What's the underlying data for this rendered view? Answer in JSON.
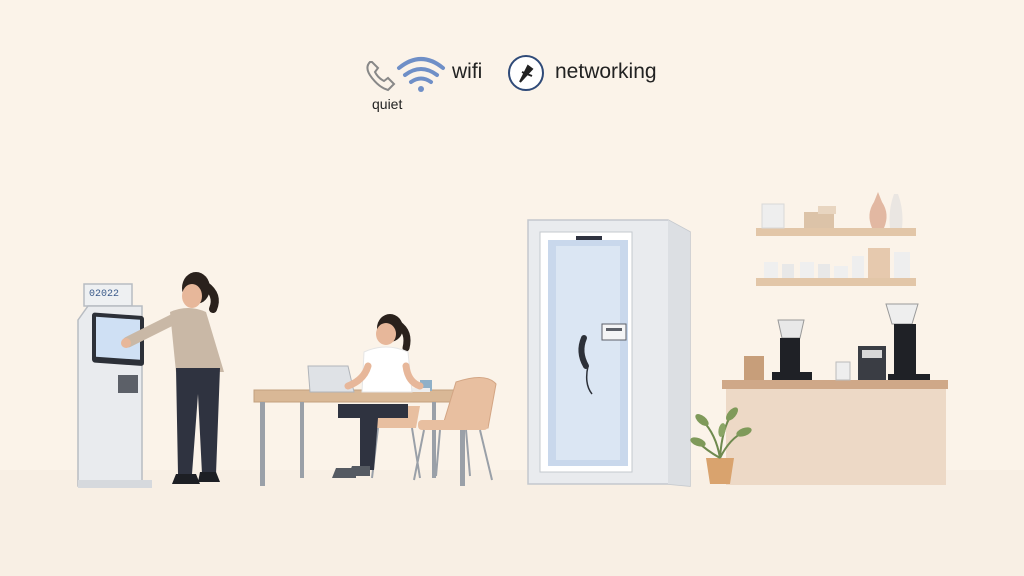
{
  "legend": {
    "quiet_label": "quiet",
    "wifi_label": "wifi",
    "networking_label": "networking",
    "icons": [
      "phone-icon",
      "wifi-icon",
      "networking-icon"
    ]
  },
  "kiosk": {
    "header_text": "02022"
  },
  "colors": {
    "background": "#fbf3e9",
    "wifi_blue": "#6f8fc7",
    "booth_glass": "#c9d8ec",
    "wood": "#d9b896",
    "chair": "#e8bfa0",
    "sweater": "#c9b8a6",
    "pants": "#2f3340"
  }
}
